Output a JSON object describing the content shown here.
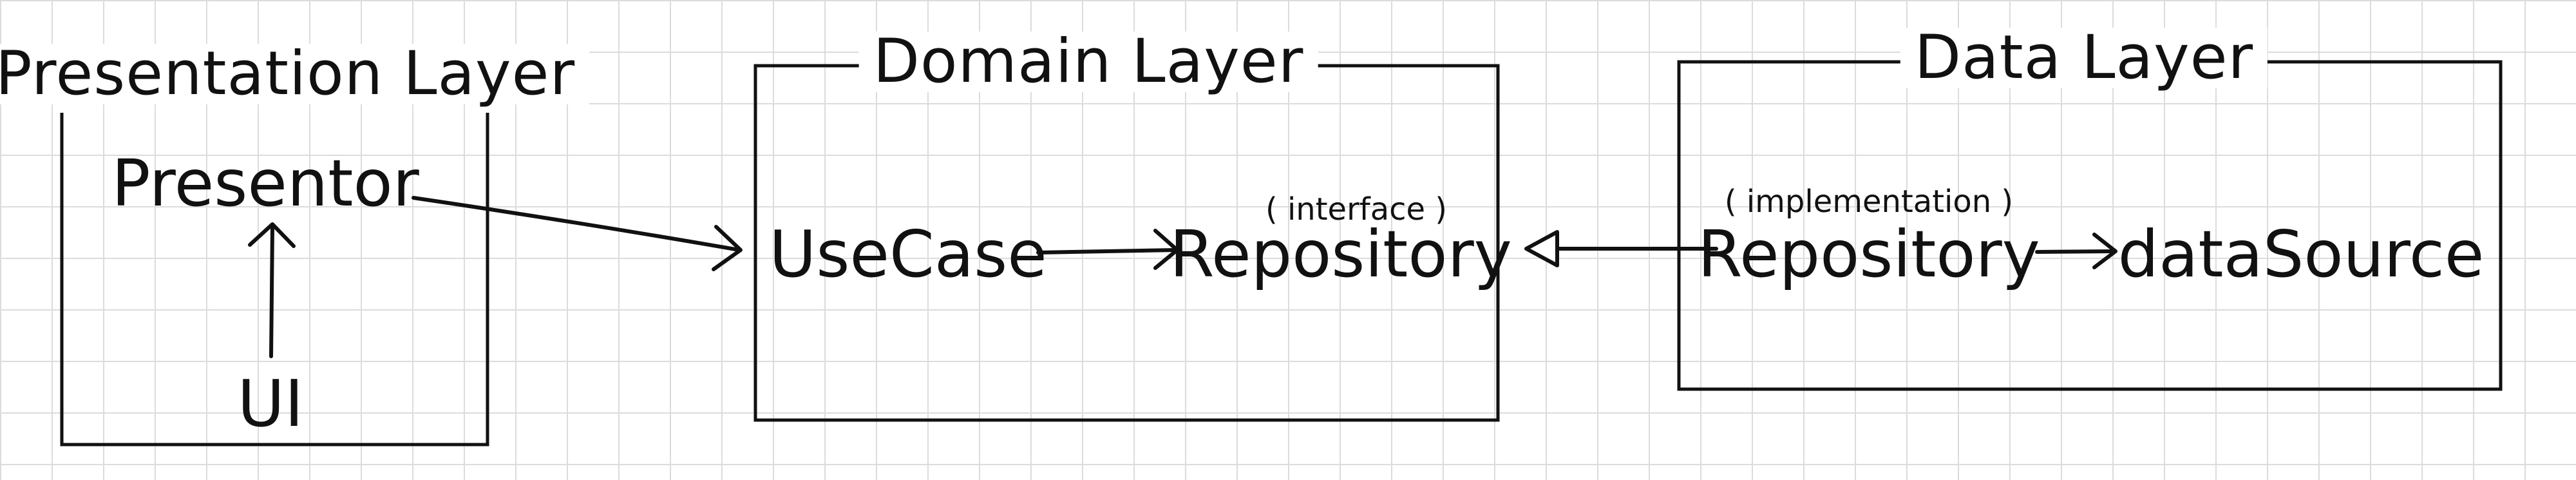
{
  "layers": {
    "presentation": {
      "title": "Presentation Layer",
      "nodes": {
        "presentor": "Presentor",
        "ui": "UI"
      }
    },
    "domain": {
      "title": "Domain Layer",
      "nodes": {
        "usecase": "UseCase",
        "repository": "Repository",
        "repository_note": "( interface )"
      }
    },
    "data": {
      "title": "Data Layer",
      "nodes": {
        "repository": "Repository",
        "repository_note": "( implementation )",
        "datasource": "dataSource"
      }
    }
  },
  "colors": {
    "ink": "#111111",
    "grid": "#dcdcdc",
    "background": "#ffffff"
  }
}
